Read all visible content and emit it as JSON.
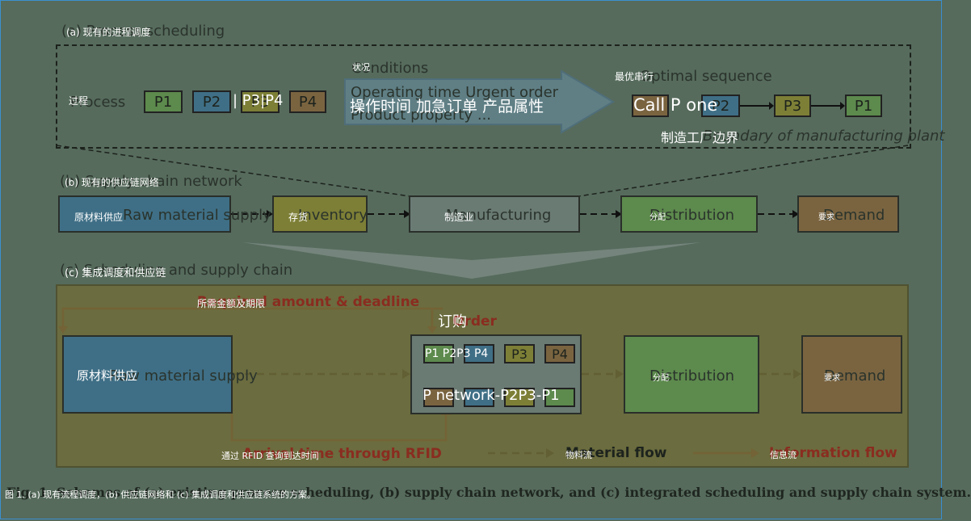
{
  "sections": {
    "a": {
      "overlay": "(a) 现有的进程调度",
      "ghost": "(a) Process scheduling"
    },
    "b": {
      "overlay": "(b) 现有的供应链网络",
      "ghost": "(b) Supply chain network"
    },
    "c": {
      "overlay": "(c) 集成调度和供应链",
      "ghost": "(c) Scheduling and supply chain"
    }
  },
  "panel_a": {
    "process_overlay": "过程",
    "process_ghost": "Process",
    "chips": [
      "P1",
      "P2",
      "P3",
      "P4"
    ],
    "p3p4_overlay": "| P3|P4",
    "conditions_overlay": "状况",
    "conditions_ghost": "Conditions",
    "arrow_ghost_1": "Operating time   Urgent order",
    "arrow_ghost_2": "Product property        ...",
    "arrow_overlay": "操作时间 加急订单 产品属性",
    "optimal_overlay": "最优串行",
    "optimal_ghost": "Optimal sequence",
    "call_overlay": "Call P one",
    "seq_chips": [
      "P2",
      "P3",
      "P1"
    ],
    "plant_overlay": "制造工厂边界",
    "plant_ghost": "Boundary of manufacturing plant"
  },
  "panel_b": {
    "nodes": [
      {
        "overlay": "原材料供应",
        "ghost": "Raw material supply"
      },
      {
        "overlay": "存货",
        "ghost": "Inventory"
      },
      {
        "overlay": "制造业",
        "ghost": "Manufacturing"
      },
      {
        "overlay": "分配",
        "ghost": "Distribution"
      },
      {
        "overlay": "要求",
        "ghost": "Demand"
      }
    ]
  },
  "panel_c": {
    "amount_overlay": "所需金额及期限",
    "amount_ghost": "Required amount & deadline",
    "order_overlay": "订购",
    "order_ghost": "Order",
    "raw_overlay": "原材料供应",
    "raw_ghost": "Raw material supply",
    "top_chips_overlay": "P1 P2P3 P4",
    "top_chips": [
      "P1",
      "P2",
      "P3",
      "P4"
    ],
    "network_overlay": "P network-P2P3-P1",
    "distribution_overlay": "分配",
    "distribution_ghost": "Distribution",
    "demand_overlay": "要求",
    "demand_ghost": "Demand",
    "rfid_overlay": "通过 RFID 查询到达时间",
    "rfid_ghost": "Arrival time through RFID",
    "legend_material_overlay": "物料流",
    "legend_material_ghost": "Material flow",
    "legend_info_overlay": "信息流",
    "legend_info_ghost": "Information flow"
  },
  "caption": {
    "overlay": "图 1. (a) 现有流程调度，(b) 供应链网络和 (c) 集成调度和供应链系统的方案。",
    "ghost": "Fig. 1. Schemes of (a) existing process scheduling, (b) supply chain network, and (c) integrated scheduling and supply chain system."
  },
  "colors": {
    "background": "#566b5c",
    "panel_c_fill": "#6f6d3a",
    "red_flow": "#8a2c20"
  }
}
